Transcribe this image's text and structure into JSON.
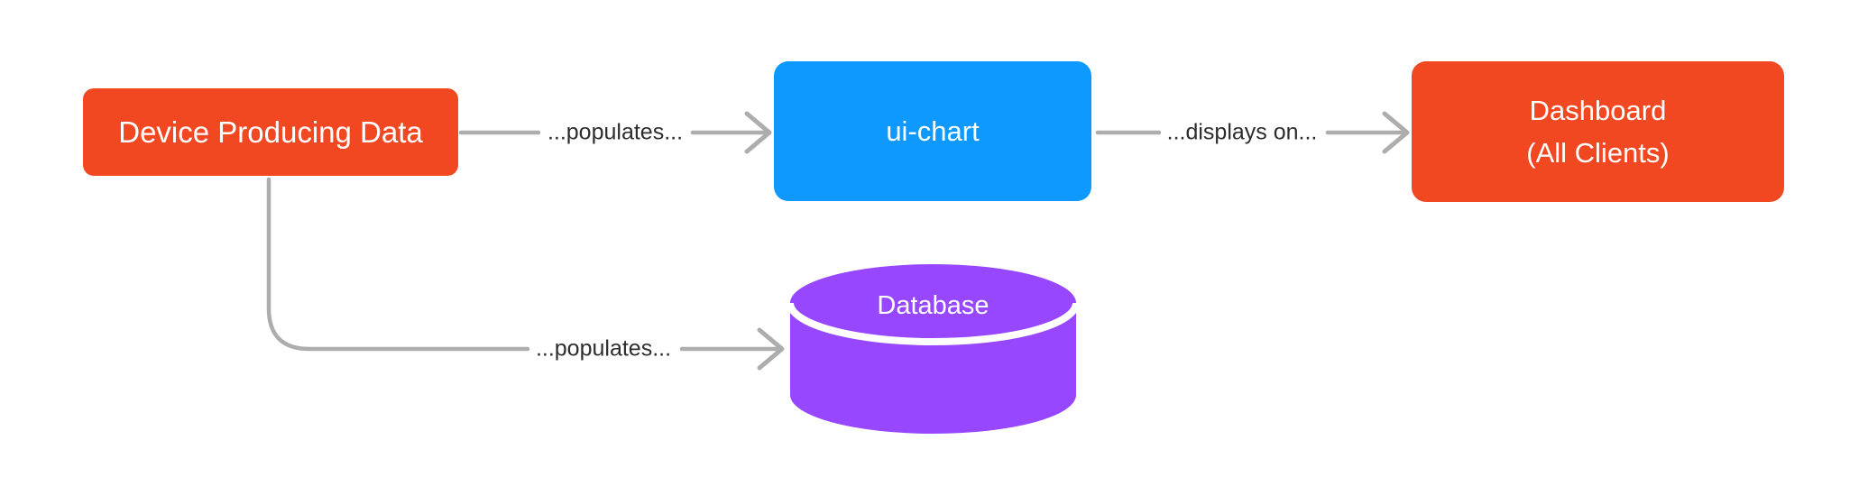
{
  "diagram": {
    "background_color": "#FFFFFF",
    "nodes": {
      "device": {
        "label": "Device Producing Data",
        "shape": "rounded-rect",
        "fill": "#F24822",
        "text_color": "#FFFFFF"
      },
      "ui_chart": {
        "label": "ui-chart",
        "shape": "rounded-rect",
        "fill": "#0D99FF",
        "text_color": "#FFFFFF"
      },
      "dashboard": {
        "label_line1": "Dashboard",
        "label_line2": "(All Clients)",
        "shape": "rounded-rect",
        "fill": "#F24822",
        "text_color": "#FFFFFF"
      },
      "database": {
        "label": "Database",
        "shape": "cylinder",
        "fill": "#9747FF",
        "text_color": "#FFFFFF"
      }
    },
    "edges": [
      {
        "from": "Device Producing Data",
        "to": "ui-chart",
        "label": "...populates..."
      },
      {
        "from": "ui-chart",
        "to": "Dashboard (All Clients)",
        "label": "...displays on..."
      },
      {
        "from": "Device Producing Data",
        "to": "Database",
        "label": "...populates..."
      }
    ],
    "colors": {
      "connector": "#ADADAD",
      "edge_label_text": "#2D2D2D"
    }
  }
}
